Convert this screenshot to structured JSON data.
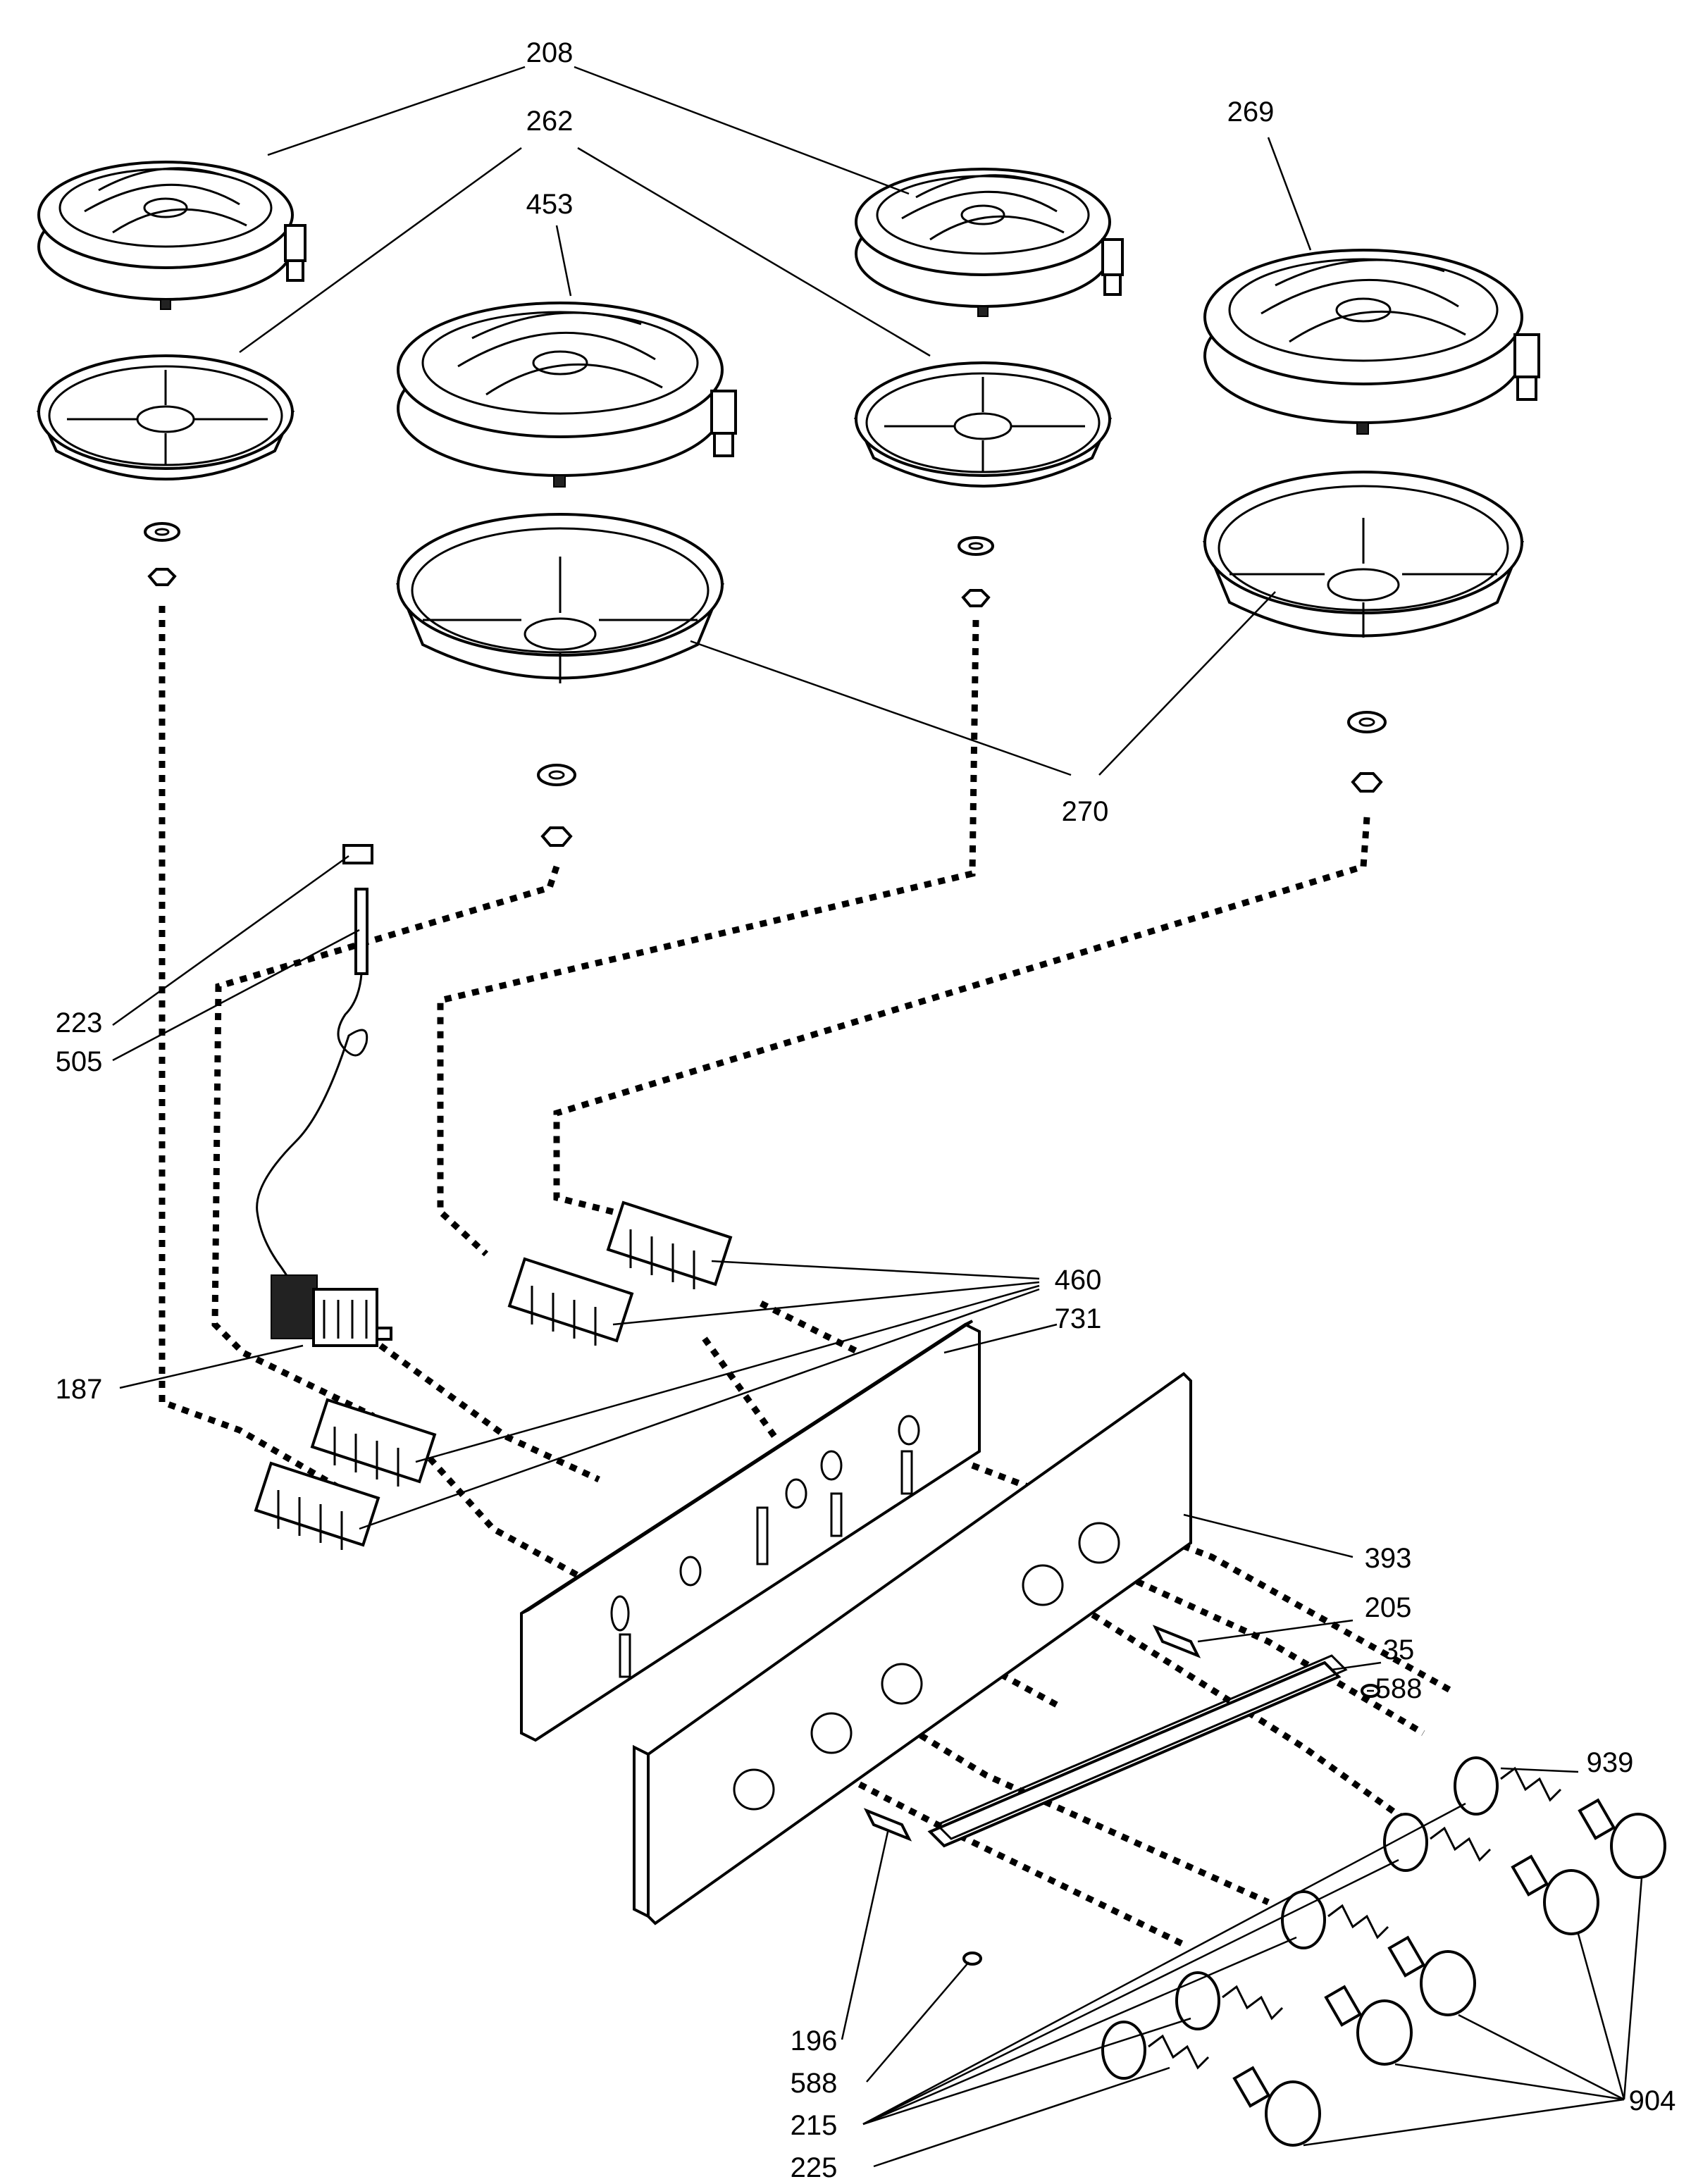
{
  "diagram": {
    "labels": {
      "l208": "208",
      "l262": "262",
      "l453": "453",
      "l269": "269",
      "l270": "270",
      "l223": "223",
      "l505": "505",
      "l187": "187",
      "l460": "460",
      "l731": "731",
      "l393": "393",
      "l205": "205",
      "l35": "35",
      "l588a": "588",
      "l939": "939",
      "l196": "196",
      "l588b": "588",
      "l215": "215",
      "l225": "225",
      "l904": "904"
    }
  }
}
